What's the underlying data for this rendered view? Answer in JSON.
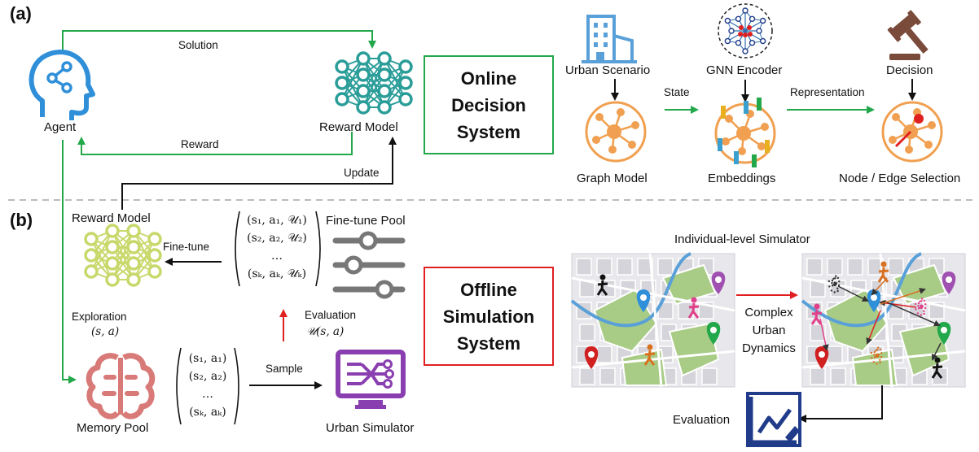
{
  "panels": {
    "a": "(a)",
    "b": "(b)"
  },
  "online": {
    "agent": "Agent",
    "reward_model": "Reward Model",
    "solution": "Solution",
    "reward": "Reward",
    "update": "Update",
    "system": [
      "Online",
      "Decision",
      "System"
    ],
    "urban_scenario": "Urban Scenario",
    "gnn_encoder": "GNN Encoder",
    "decision": "Decision",
    "state": "State",
    "representation": "Representation",
    "graph_model": "Graph Model",
    "embeddings": "Embeddings",
    "node_edge_selection": "Node / Edge Selection"
  },
  "offline": {
    "reward_model": "Reward Model",
    "fine_tune": "Fine-tune",
    "fine_tune_pool": "Fine-tune Pool",
    "fine_tune_rows": [
      "(s₁, a₁, 𝒰₁)",
      "(s₂, a₂, 𝒰₂)",
      "…",
      "(sₖ, aₖ, 𝒰ₖ)"
    ],
    "exploration": "Exploration",
    "exploration_expr": "(s, a)",
    "evaluation": "Evaluation",
    "evaluation_expr": "𝒰(s, a)",
    "memory_pool": "Memory Pool",
    "memory_rows": [
      "(s₁, a₁)",
      "(s₂, a₂)",
      "…",
      "(sₖ, aₖ)"
    ],
    "sample": "Sample",
    "urban_simulator": "Urban Simulator",
    "system": [
      "Offline",
      "Simulation",
      "System"
    ],
    "individual_simulator": "Individual-level Simulator",
    "complex_dynamics": [
      "Complex",
      "Urban",
      "Dynamics"
    ],
    "sim_evaluation": "Evaluation"
  },
  "colors": {
    "green": "#22a84a",
    "red": "#e02020",
    "teal": "#2a9d99",
    "yellowgreen": "#c8d86a",
    "orange": "#f0a050",
    "brain": "#d87a78",
    "purple": "#8a3fb0",
    "navy": "#1f3b8a",
    "building": "#5aa0d8",
    "gavel": "#7a4a3a",
    "slider": "#777777"
  }
}
